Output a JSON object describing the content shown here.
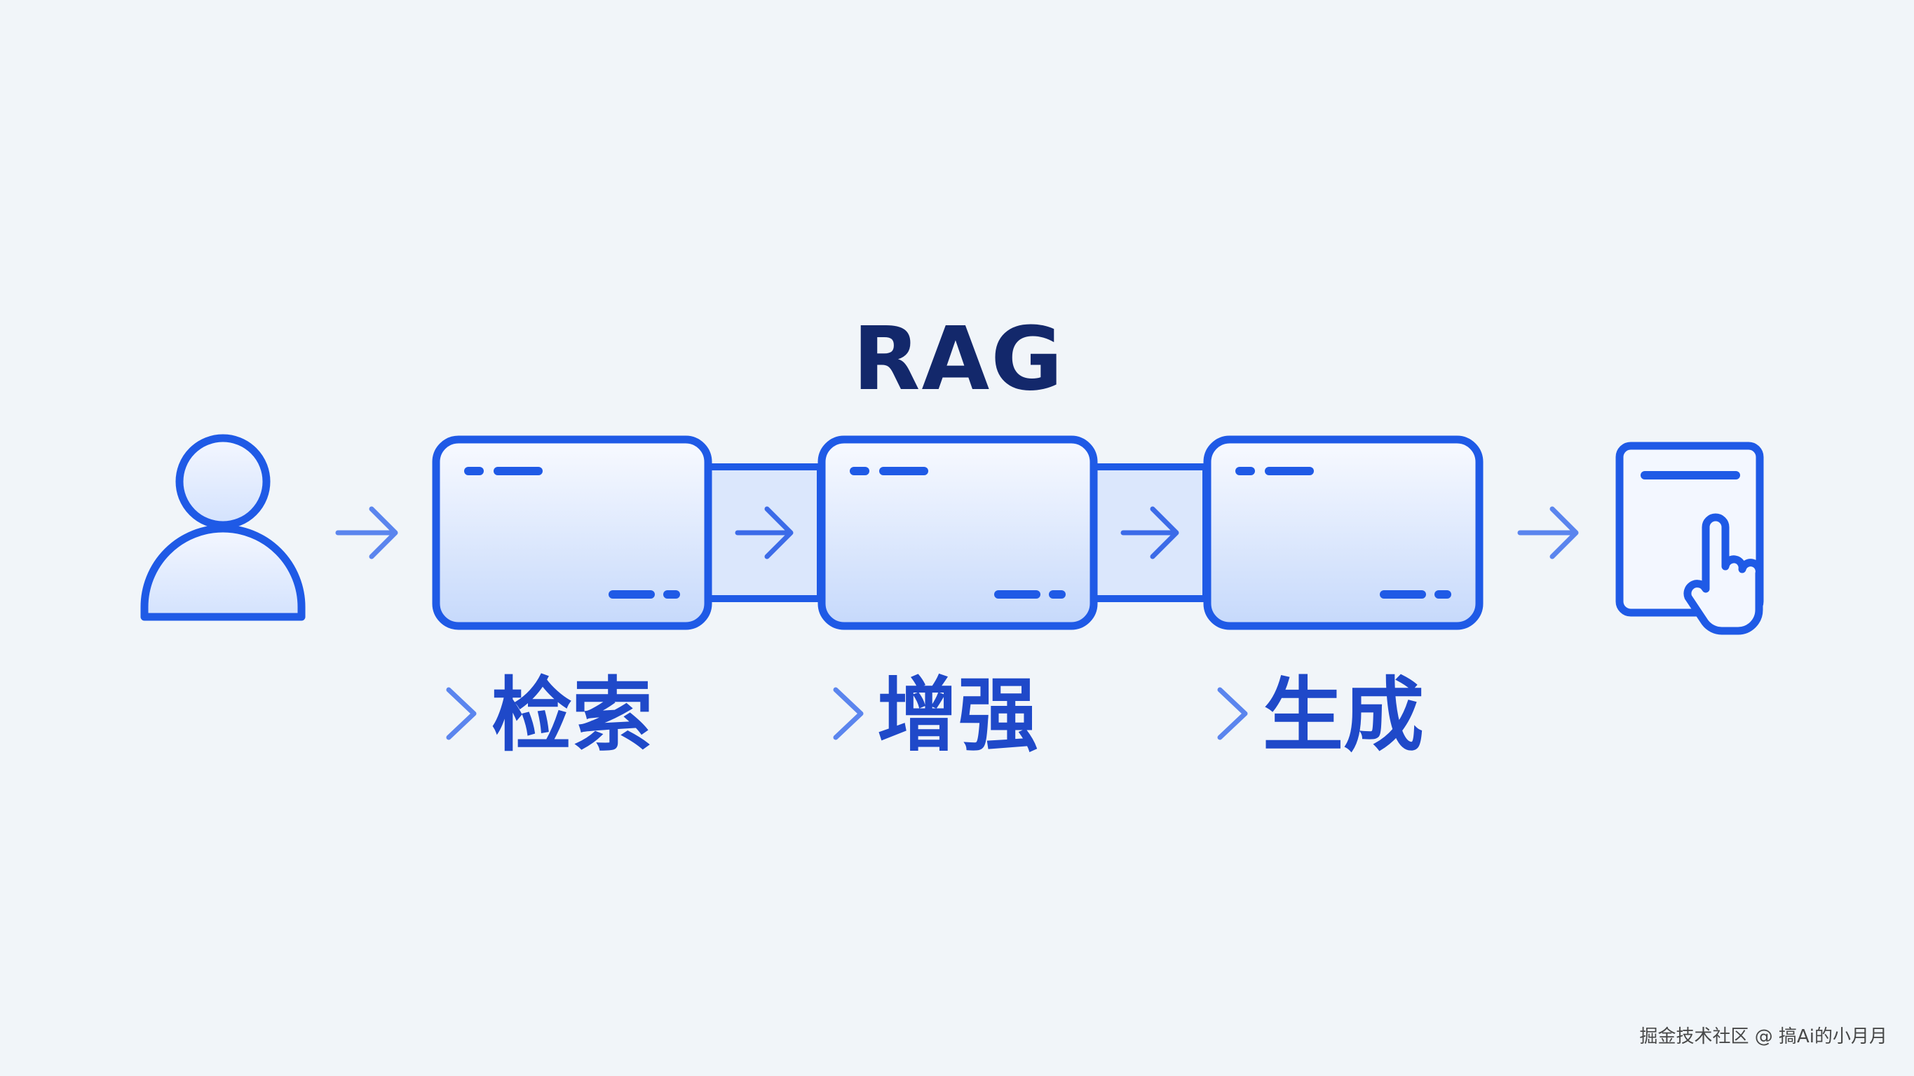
{
  "title": "RAG",
  "stages": [
    {
      "label": "检索"
    },
    {
      "label": "增强"
    },
    {
      "label": "生成"
    }
  ],
  "icons": {
    "start": "user-icon",
    "end": "tablet-tap-icon",
    "connector": "arrow-right-icon"
  },
  "colors": {
    "background": "#f1f5f9",
    "stroke": "#1f5ae6",
    "title": "#13286b",
    "label": "#1f49c9",
    "box_fill_top": "#f8faff",
    "box_fill_bottom": "#c6d9fb",
    "arrow": "#5b85ee"
  },
  "watermark": "掘金技术社区 @ 搞Ai的小月月"
}
